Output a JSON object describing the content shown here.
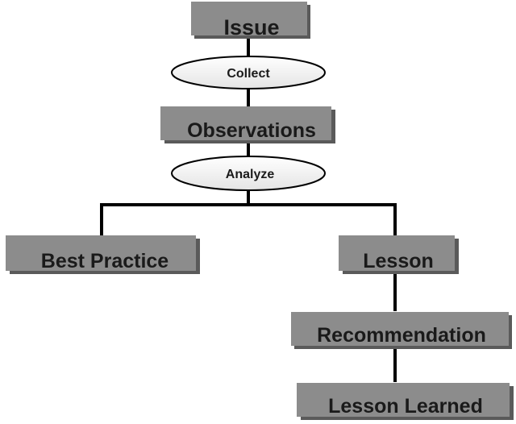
{
  "diagram": {
    "nodes": {
      "issue": "Issue",
      "collect": "Collect",
      "observations": "Observations",
      "analyze": "Analyze",
      "best_practice": "Best Practice",
      "lesson": "Lesson",
      "recommendation": "Recommendation",
      "lesson_learned": "Lesson Learned"
    },
    "colors": {
      "box_fill": "#8c8c8c",
      "box_shadow": "#5a5a5a",
      "line": "#000000",
      "ellipse_fill": "#f2f2f2",
      "ellipse_stroke": "#000000",
      "text": "#1a1a1a"
    }
  }
}
